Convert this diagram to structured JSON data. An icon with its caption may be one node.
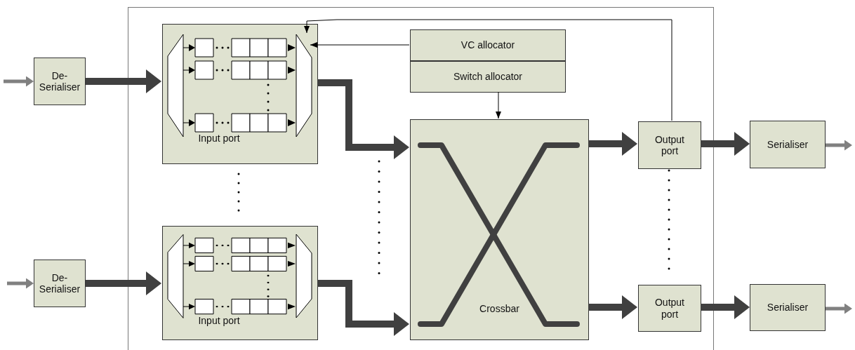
{
  "diagram": {
    "nodes": [
      {
        "text": [],
        "shape": "box"
      },
      {
        "text": [
          "De- Serialiser"
        ]
      },
      {
        "text": [
          "De- Serialiser"
        ]
      },
      {
        "text": [
          "Input port"
        ],
        "in": 0
      },
      {
        "text": [],
        "shape": "trapezoid",
        "in": 3
      },
      {
        "text": [
          "Input port"
        ],
        "in": 0
      },
      {
        "text": [],
        "shape": "trapezoid",
        "in": 5
      },
      {
        "text": [
          "VC allocator"
        ],
        "in": 0
      },
      {
        "text": [
          "Switch allocator"
        ],
        "in": 0
      },
      {
        "text": [
          "Crossbar"
        ],
        "in": 0
      },
      {
        "text": [
          "Output port"
        ],
        "in": 0
      },
      {
        "text": [
          "Output port"
        ],
        "in": 0
      },
      {
        "text": [
          "Serialiser"
        ]
      },
      {
        "text": [
          "Serialiser"
        ]
      }
    ],
    "edges": [
      {
        "from": null,
        "to": 1,
        "arrow": "to",
        "color": "#808080"
      },
      {
        "from": 1,
        "to": 3,
        "arrow": "to"
      },
      {
        "from": null,
        "to": 2,
        "arrow": "to",
        "color": "#808080"
      },
      {
        "from": 2,
        "to": 5,
        "arrow": "to"
      },
      {
        "from": 3,
        "to": 9,
        "arrow": "to"
      },
      {
        "from": 5,
        "to": 9,
        "arrow": "to"
      },
      {
        "from": 7,
        "to": 4,
        "arrow": "to",
        "color": "#000000"
      },
      {
        "from": 10,
        "to": 4,
        "arrow": "to",
        "color": "#000000"
      },
      {
        "from": 8,
        "to": 9,
        "arrow": "to",
        "color": "#000000"
      },
      {
        "from": 9,
        "to": 10,
        "arrow": "to"
      },
      {
        "from": 9,
        "to": 11,
        "arrow": "to"
      },
      {
        "from": 10,
        "to": 12,
        "arrow": "to"
      },
      {
        "from": 11,
        "to": 13,
        "arrow": "to"
      },
      {
        "from": 12,
        "to": null,
        "arrow": "to",
        "color": "#808080"
      },
      {
        "from": 13,
        "to": null,
        "arrow": "to",
        "color": "#808080"
      }
    ]
  }
}
